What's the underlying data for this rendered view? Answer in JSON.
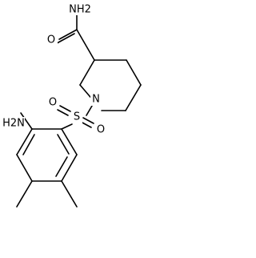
{
  "diagram": {
    "type": "chemical-structure",
    "atom_labels": {
      "amide_nh2": "NH2",
      "amide_o": "O",
      "piperidine_n": "N",
      "sulfonyl_s": "S",
      "sulfonyl_o_left": "O",
      "sulfonyl_o_right": "O",
      "aryl_nh2": "H2N"
    }
  }
}
